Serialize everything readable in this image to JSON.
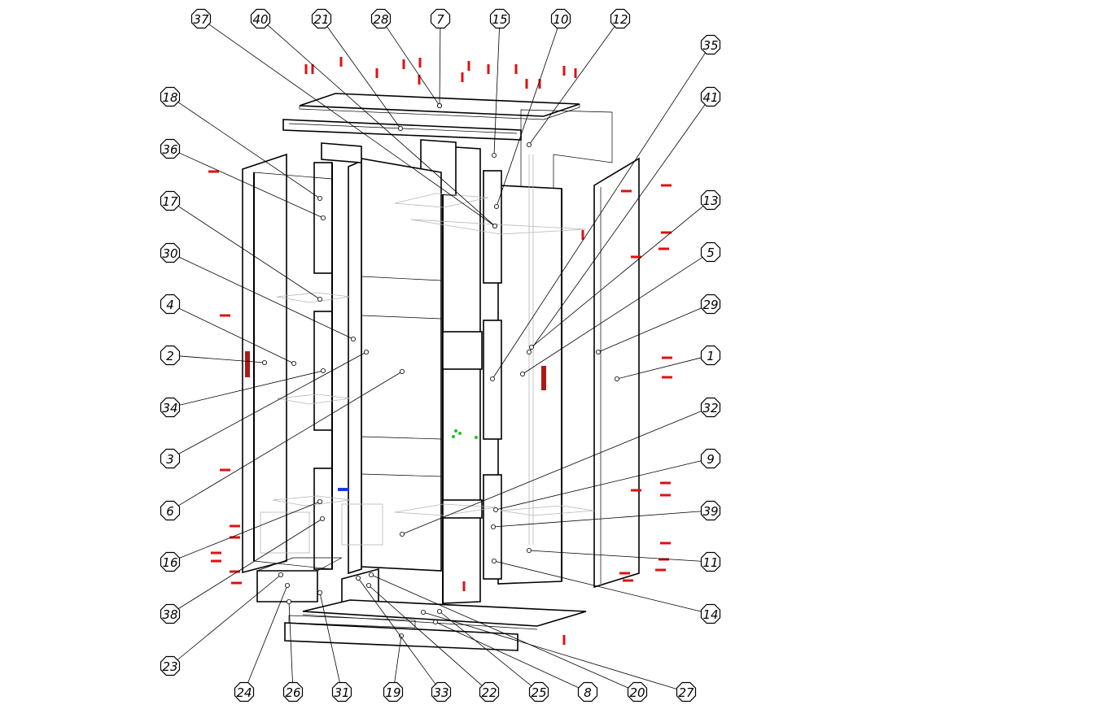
{
  "drawing": {
    "type": "exploded-assembly",
    "colors": {
      "line": "#000000",
      "hidden_line": "#b5b5b5",
      "hardware_mark": "#e01010",
      "handle": "#b01818",
      "blue_mark": "#1a3ad8",
      "green_mark": "#20c020"
    }
  },
  "callouts": {
    "c37": "37",
    "c40": "40",
    "c21": "21",
    "c28": "28",
    "c7": "7",
    "c15": "15",
    "c10": "10",
    "c12": "12",
    "c35": "35",
    "c41": "41",
    "c13": "13",
    "c5": "5",
    "c29": "29",
    "c1": "1",
    "c32": "32",
    "c9": "9",
    "c39": "39",
    "c11": "11",
    "c14": "14",
    "c18": "18",
    "c36": "36",
    "c17": "17",
    "c30": "30",
    "c4": "4",
    "c2": "2",
    "c34": "34",
    "c3": "3",
    "c6": "6",
    "c16": "16",
    "c38": "38",
    "c23": "23",
    "c24": "24",
    "c26": "26",
    "c31": "31",
    "c19": "19",
    "c33": "33",
    "c22": "22",
    "c25": "25",
    "c8": "8",
    "c20": "20",
    "c27": "27"
  }
}
